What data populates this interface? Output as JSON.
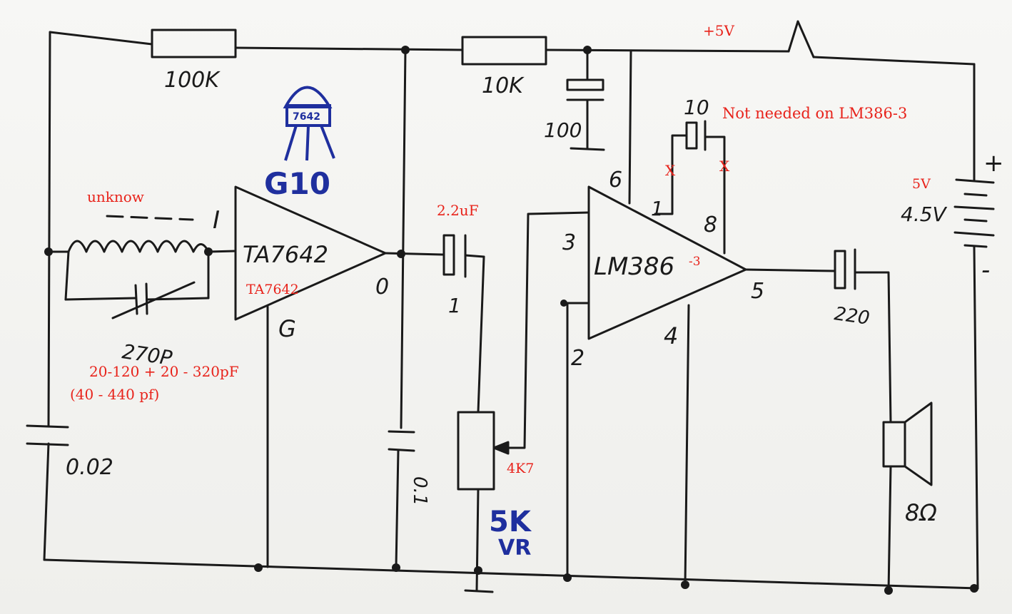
{
  "handwritten": {
    "r100k": "100K",
    "r10k": "10K",
    "c100": "100",
    "c10": "10",
    "c270p": "270P",
    "c002": "0.02",
    "c01": "0.1",
    "c1": "1",
    "c220": "220",
    "ta_label": "TA7642",
    "ta_in": "I",
    "ta_out": "0",
    "ta_gnd": "G",
    "lm_label": "LM386",
    "pin6": "6",
    "pin1": "1",
    "pin8": "8",
    "pin3": "3",
    "pin2": "2",
    "pin4": "4",
    "pin5": "5",
    "battery": "4.5V",
    "speaker": "8Ω",
    "plus": "+",
    "minus": "-"
  },
  "annotations": {
    "plus5v": "+5V",
    "not_needed": "Not needed on LM386-3",
    "x1": "X",
    "x2": "X",
    "unknow": "unknow",
    "c22uf": "2.2uF",
    "ta7642": "TA7642",
    "lm_suffix": "-3",
    "five_v": "5V",
    "range1": "20-120 + 20 - 320pF",
    "range2": "(40 - 440 pf)",
    "pot4k7": "4K7"
  },
  "blue_notes": {
    "g10": "G10",
    "transistor_mark": "7642",
    "vr_value": "5K",
    "vr_label": "VR"
  },
  "colors": {
    "ink": "#1a1a1a",
    "red_annotation": "#e8231b",
    "blue_annotation": "#1f2f9e",
    "paper": "#f4f4f2"
  }
}
